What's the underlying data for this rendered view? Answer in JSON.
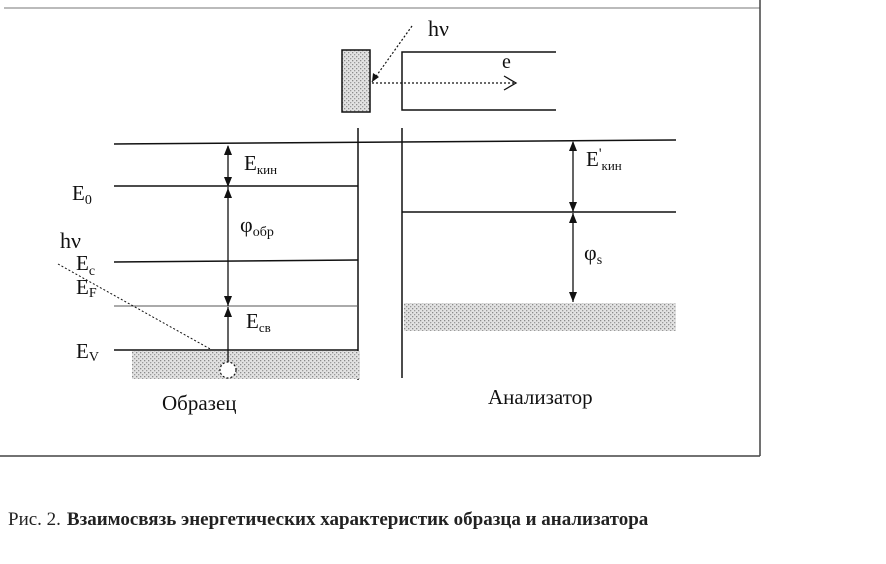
{
  "diagram": {
    "photon_top": "hν",
    "electron": "e",
    "photon_left": "hν",
    "levels": {
      "e0": "E",
      "e0_sub": "0",
      "ec": "E",
      "ec_sub": "c",
      "ef": "E",
      "ef_sub": "F",
      "ev": "E",
      "ev_sub": "V"
    },
    "energies": {
      "ekin": "E",
      "ekin_sub": "кин",
      "phi_obr": "φ",
      "phi_obr_sub": "обр",
      "esv": "E",
      "esv_sub": "св",
      "ekin_prime": "E",
      "ekin_prime_mark": "'",
      "ekin_prime_sub": "кин",
      "phi_s": "φ",
      "phi_s_sub": "s"
    },
    "sample_label": "Образец",
    "analyzer_label": "Анализатор"
  },
  "caption": {
    "prefix": "Рис. 2.",
    "title": "Взаимосвязь энергетических характеристик образца и анализатора"
  },
  "colors": {
    "ink": "#111111",
    "band_fill": "#c8c8c8"
  }
}
